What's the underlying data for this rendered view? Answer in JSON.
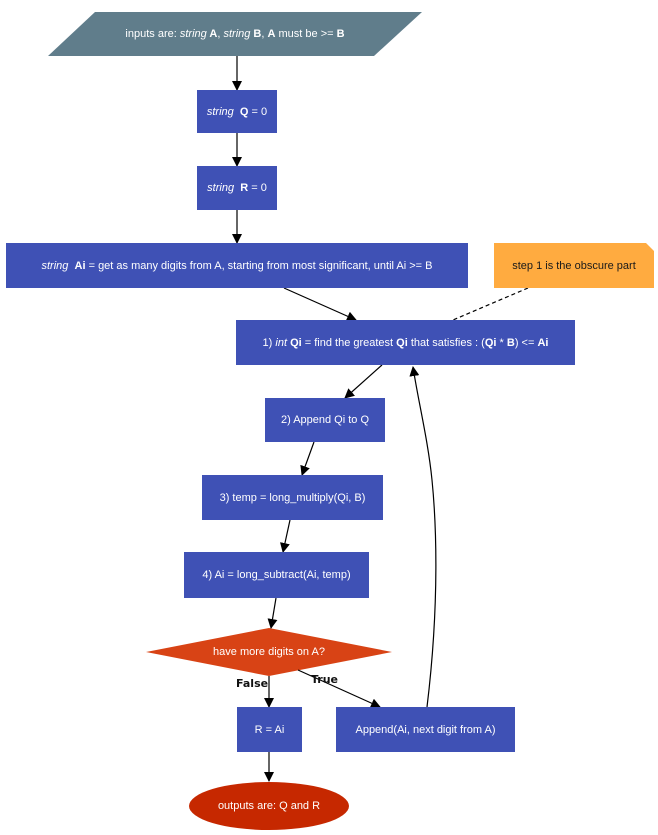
{
  "nodes": {
    "inputs": {
      "t1": "inputs are: ",
      "t2": "string",
      "t3": " A",
      "t4": ", ",
      "t5": "string",
      "t6": " B",
      "t7": ", ",
      "t8": "A",
      "t9": " must be >= ",
      "t10": "B",
      "fill": "#607d8b"
    },
    "q_init": {
      "t1": "string",
      "t2": "Q",
      "t3": " = 0"
    },
    "r_init": {
      "t1": "string",
      "t2": "R",
      "t3": " = 0"
    },
    "ai_init": {
      "t1": "string",
      "t2": "Ai",
      "t3": " = get as many digits from A, starting from most significant, until Ai >= B"
    },
    "note": {
      "text": "step 1 is the obscure part",
      "fill": "#ffab40"
    },
    "step1": {
      "t1": "1) ",
      "t2": "int",
      "t3": " Qi",
      "t4": " = find the greatest ",
      "t5": "Qi",
      "t6": " that satisfies : (",
      "t7": "Qi",
      "t8": " * ",
      "t9": " B",
      "t10": ") <= ",
      "t11": "Ai"
    },
    "step2": {
      "text": "2) Append Qi to Q"
    },
    "step3": {
      "text": "3) temp = long_multiply(Qi, B)"
    },
    "step4": {
      "text": "4) Ai = long_subtract(Ai, temp)"
    },
    "decision": {
      "text": "have more digits on A?",
      "fill": "#d84315"
    },
    "r_assign": {
      "text": "R = Ai"
    },
    "append": {
      "text": "Append(Ai, next digit from A)"
    },
    "outputs": {
      "text": "outputs are: Q and R",
      "fill": "#c62800"
    }
  },
  "edge_labels": {
    "false": "False",
    "true": "True"
  },
  "colors": {
    "box": "#3f51b5",
    "edge": "#000000"
  }
}
